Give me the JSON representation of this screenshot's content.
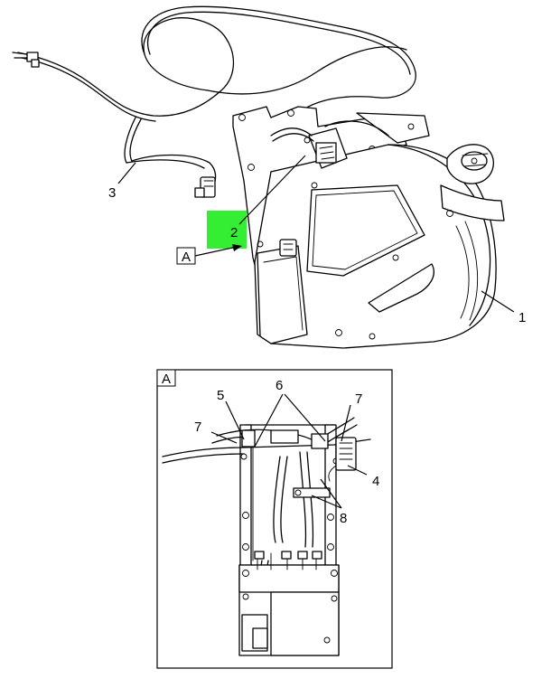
{
  "callouts": {
    "c1": "1",
    "c2": "2",
    "c3": "3",
    "c4": "4",
    "c5": "5",
    "c6": "6",
    "c7a": "7",
    "c7b": "7",
    "c8": "8"
  },
  "view_tag": "A",
  "detail_tag": "A",
  "colors": {
    "highlight": "#33ee33",
    "ink": "#000000"
  }
}
